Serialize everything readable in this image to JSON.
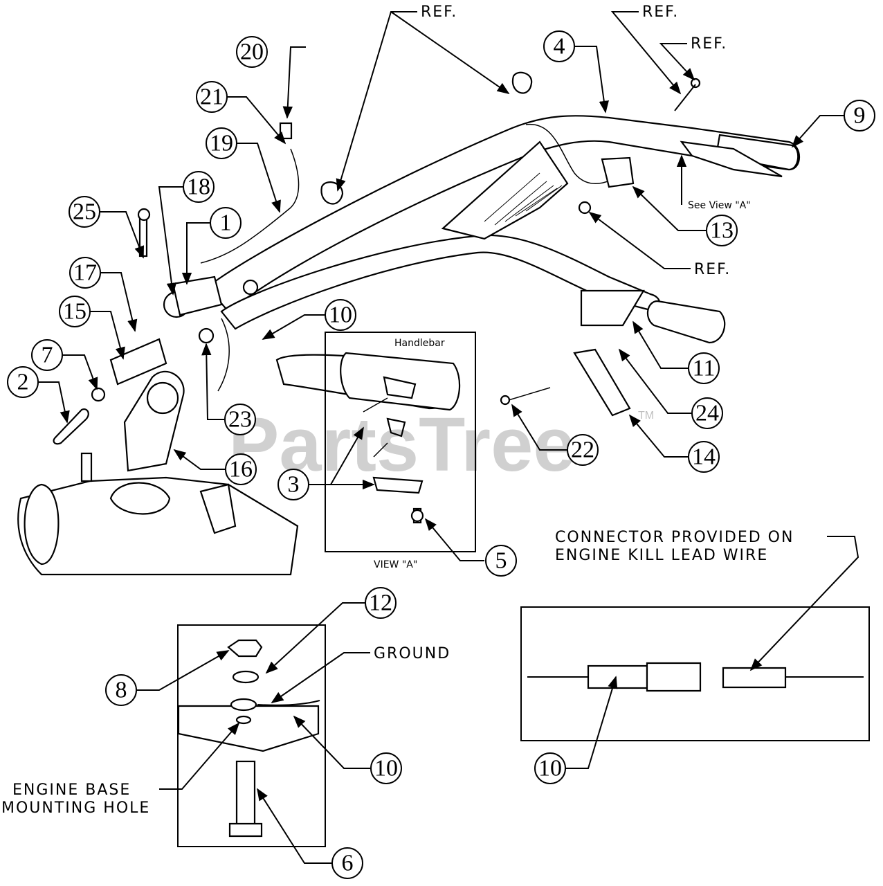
{
  "watermark": {
    "text": "PartsTree",
    "tm": "TM"
  },
  "labels": {
    "ref": "REF.",
    "see_view_a": "See View \"A\"",
    "handlebar": "Handlebar",
    "view_a": "VIEW \"A\"",
    "ground": "GROUND",
    "connector_line1": "CONNECTOR PROVIDED ON",
    "connector_line2": "ENGINE KILL LEAD WIRE",
    "engine_base_line1": "ENGINE BASE",
    "engine_base_line2": "MOUNTING HOLE"
  },
  "callouts": {
    "c1": "1",
    "c2": "2",
    "c3": "3",
    "c4": "4",
    "c5": "5",
    "c6": "6",
    "c7": "7",
    "c8": "8",
    "c9": "9",
    "c10a": "10",
    "c10b": "10",
    "c10c": "10",
    "c11": "11",
    "c12": "12",
    "c13": "13",
    "c14": "14",
    "c15": "15",
    "c16": "16",
    "c17": "17",
    "c18": "18",
    "c19": "19",
    "c20": "20",
    "c21": "21",
    "c22": "22",
    "c23": "23",
    "c24": "24",
    "c25": "25"
  }
}
